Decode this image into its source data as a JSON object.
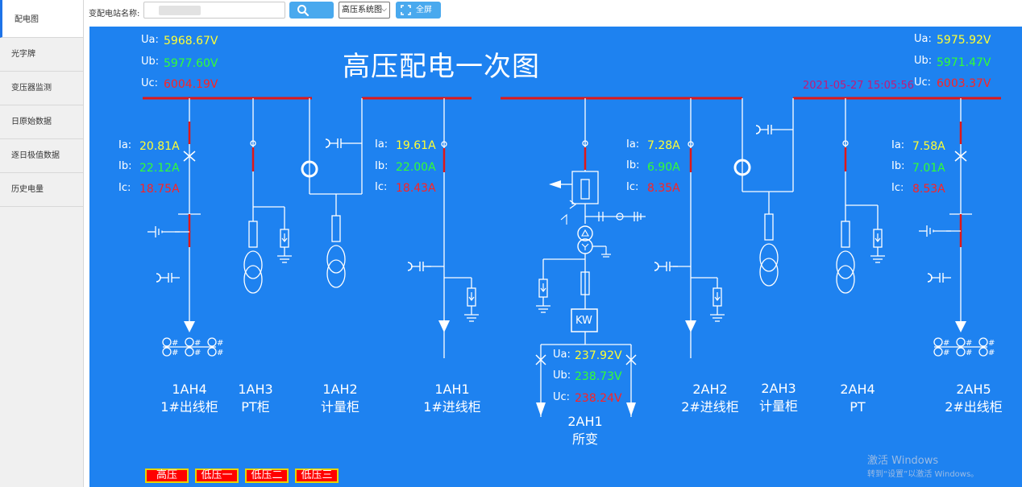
{
  "sidebar": {
    "items": [
      {
        "label": "配电图"
      },
      {
        "label": "光字牌"
      },
      {
        "label": "变压器监测"
      },
      {
        "label": "日原始数据"
      },
      {
        "label": "逐日极值数据"
      },
      {
        "label": "历史电量"
      }
    ]
  },
  "toolbar": {
    "station_label": "变配电站名称:",
    "station_value": "",
    "system_select": "高压系统图",
    "fullscreen_label": "全屏"
  },
  "diagram": {
    "title": "高压配电一次图",
    "timestamp": "2021-05-27 15:05:56",
    "bus_left": {
      "ua": "5968.67V",
      "ub": "5977.60V",
      "uc": "6004.19V"
    },
    "bus_right": {
      "ua": "5975.92V",
      "ub": "5971.47V",
      "uc": "6003.37V"
    },
    "phase_labels": {
      "ua": "Ua:",
      "ub": "Ub:",
      "uc": "Uc:",
      "ia": "Ia:",
      "ib": "Ib:",
      "ic": "Ic:"
    },
    "currents": {
      "1AH4": {
        "ia": "20.81A",
        "ib": "22.12A",
        "ic": "18.75A"
      },
      "1AH1": {
        "ia": "19.61A",
        "ib": "22.00A",
        "ic": "18.43A"
      },
      "2AH2": {
        "ia": "7.28A",
        "ib": "6.90A",
        "ic": "8.35A"
      },
      "2AH5": {
        "ia": "7.58A",
        "ib": "7.01A",
        "ic": "8.53A"
      }
    },
    "low_side": {
      "ua": "237.92V",
      "ub": "238.73V",
      "uc": "238.24V"
    },
    "kw_label": "KW",
    "cabinets": [
      {
        "code": "1AH4",
        "name": "1#出线柜"
      },
      {
        "code": "1AH3",
        "name": "PT柜"
      },
      {
        "code": "1AH2",
        "name": "计量柜"
      },
      {
        "code": "1AH1",
        "name": "1#进线柜"
      },
      {
        "code": "2AH1",
        "name": "所变"
      },
      {
        "code": "2AH2",
        "name": "2#进线柜"
      },
      {
        "code": "2AH3",
        "name": "计量柜"
      },
      {
        "code": "2AH4",
        "name": "PT"
      },
      {
        "code": "2AH5",
        "name": "2#出线柜"
      }
    ],
    "bottom_buttons": [
      {
        "label": "高压"
      },
      {
        "label": "低压一"
      },
      {
        "label": "低压二"
      },
      {
        "label": "低压三"
      }
    ],
    "watermark": {
      "line1": "激活 Windows",
      "line2": "转到“设置”以激活 Windows。"
    }
  },
  "colors": {
    "diagram_bg": "#1e82f0",
    "bus": "#e01818",
    "value_a": "#ffff33",
    "value_b": "#33ff33",
    "value_c": "#ff2222",
    "accent": "#49a9ee"
  }
}
